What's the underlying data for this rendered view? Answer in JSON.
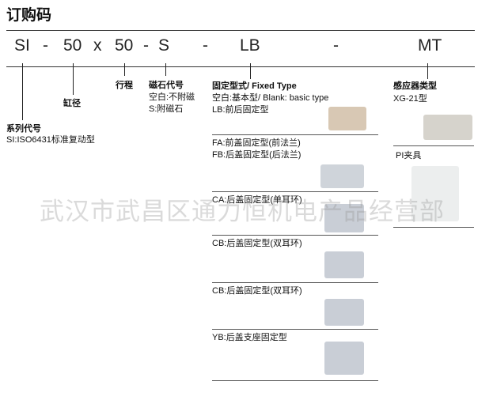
{
  "title": "订购码",
  "code": [
    "SI",
    "-",
    "50",
    "x",
    "50",
    "-",
    "S",
    "-",
    "LB",
    "-",
    "MT"
  ],
  "series": {
    "heading": "系列代号",
    "desc": "SI:ISO6431标准复动型"
  },
  "bore": "缸径",
  "stroke": "行程",
  "magnet": {
    "heading": "磁石代号",
    "blank": "空白:不附磁",
    "s": "S:附磁石"
  },
  "fixed": {
    "heading": "固定型式/ Fixed Type",
    "blank": "空白:基本型/ Blank: basic type",
    "items": [
      "LB:前后固定型",
      "FA:前盖固定型(前法兰)",
      "FB:后盖固定型(后法兰)",
      "CA:后盖固定型(单耳环)",
      "CB:后盖固定型(双耳环)",
      "CB:后盖固定型(双耳环)",
      "YB:后盖支座固定型"
    ]
  },
  "sensor": {
    "heading": "感应器类型",
    "model": "XG-21型",
    "clamp": "PI夹具"
  },
  "watermark": "武汉市武昌区通力恒机电产品经营部"
}
